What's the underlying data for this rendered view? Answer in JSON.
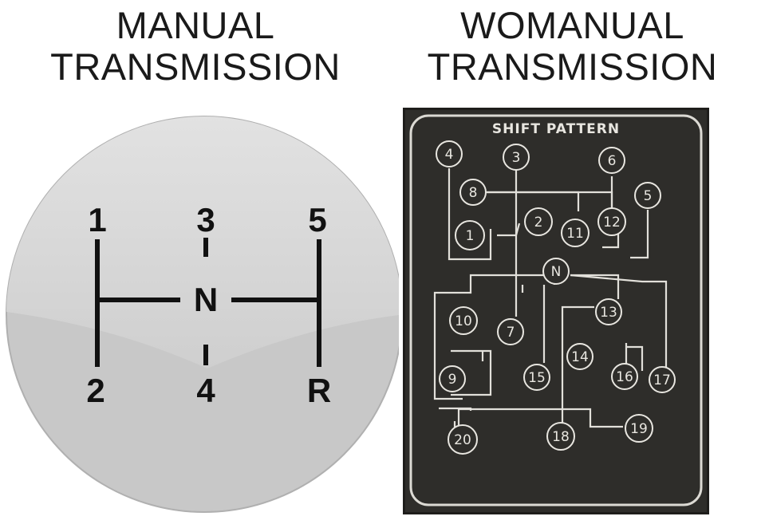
{
  "left_panel": {
    "title_line1": "MANUAL",
    "title_line2": "TRANSMISSION",
    "knob_labels": {
      "gear1": "1",
      "gear2": "2",
      "gear3": "3",
      "gear4": "4",
      "gear5": "5",
      "reverse": "R",
      "neutral": "N"
    },
    "colors": {
      "knob_top": "#d7d7d7",
      "knob_bottom": "#c6c6c6",
      "lines": "#111111"
    }
  },
  "right_panel": {
    "title_line1": "WOMANUAL",
    "title_line2": "TRANSMISSION",
    "board_title": "SHIFT PATTERN",
    "nodes": {
      "n4": "4",
      "n3": "3",
      "n6": "6",
      "n8": "8",
      "n5": "5",
      "n1": "1",
      "n2": "2",
      "n11": "11",
      "n12": "12",
      "nN": "N",
      "n10": "10",
      "n7": "7",
      "n13": "13",
      "n14": "14",
      "n9": "9",
      "n15": "15",
      "n16": "16",
      "n17": "17",
      "n20": "20",
      "n18": "18",
      "n19": "19"
    },
    "colors": {
      "board": "#2b2a28",
      "chalk": "#e8e6e0"
    }
  }
}
